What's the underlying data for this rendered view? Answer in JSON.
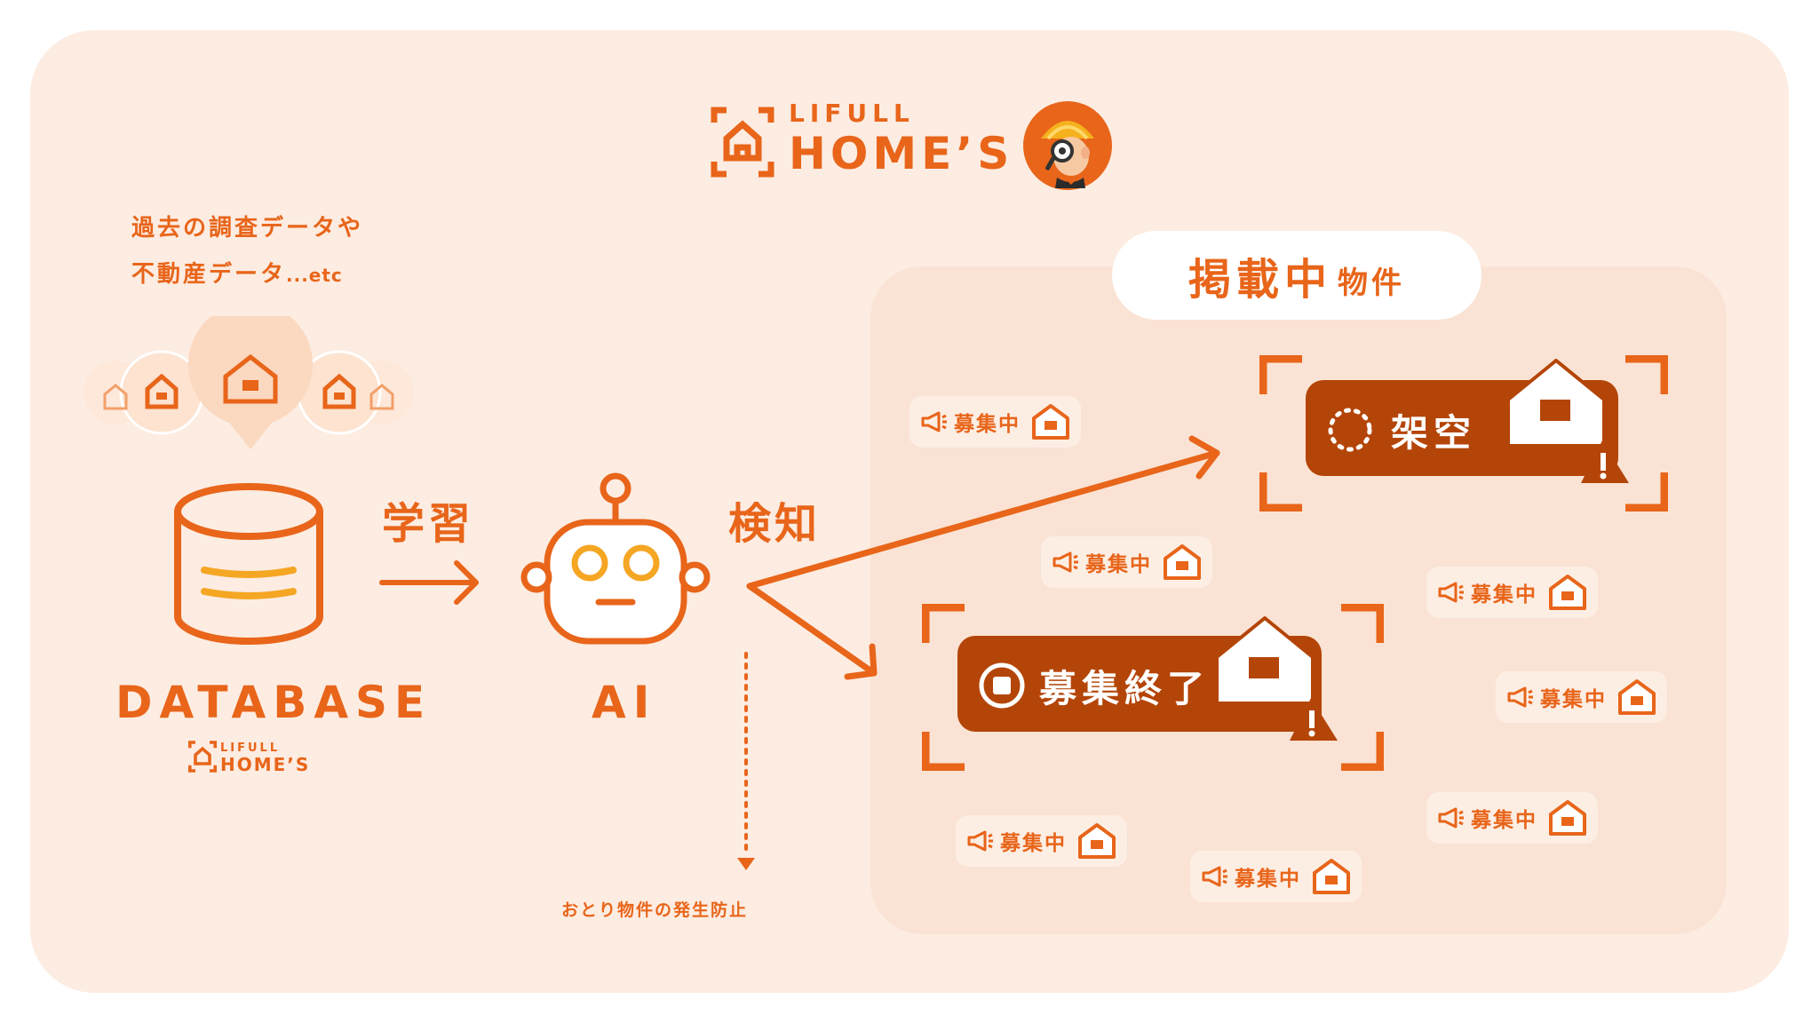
{
  "brand": {
    "line1": "LIFULL",
    "line2": "HOME’S"
  },
  "data_source": {
    "line1": "過去の調査データや",
    "line2": "不動産データ",
    "line2_suffix": "...etc"
  },
  "database": {
    "label": "DATABASE",
    "brand_line1": "LIFULL",
    "brand_line2": "HOME’S"
  },
  "steps": {
    "learn": "学習",
    "detect": "検知"
  },
  "ai": {
    "label": "AI"
  },
  "prevention": "おとり物件の発生防止",
  "listings": {
    "title_main": "掲載中",
    "title_sub": "物件",
    "recruiting_label": "募集中",
    "fake_label": "架空",
    "closed_label": "募集終了"
  },
  "colors": {
    "orange": "#e8651a",
    "dark": "#b44508",
    "background": "#fdece1",
    "panel": "#fae3d4",
    "yellow": "#f5a623"
  }
}
